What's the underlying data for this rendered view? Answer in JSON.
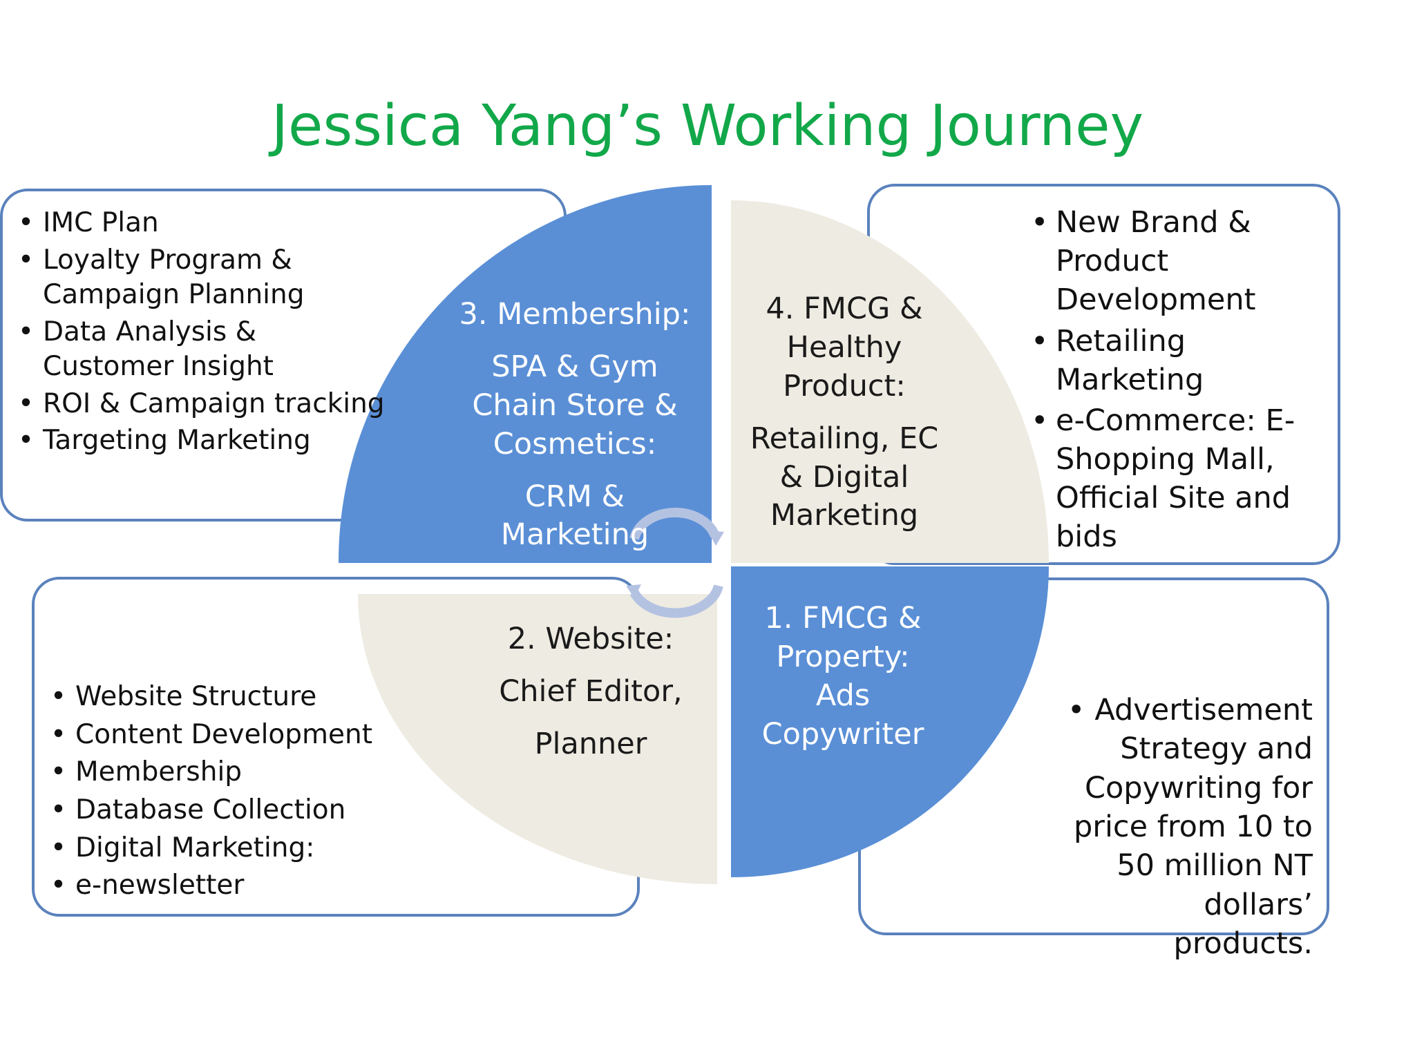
{
  "title": "Jessica Yang’s Working Journey",
  "colors": {
    "title": "#12a84a",
    "blue_quadrant": "#5a8fd6",
    "beige_quadrant": "#eeebe2",
    "box_border": "#5a82bd",
    "arrow": "#b4c2e2"
  },
  "quadrants": {
    "q3": {
      "heading": "3. Membership:",
      "line1": "SPA & Gym",
      "line2": "Chain Store &",
      "line3": "Cosmetics:",
      "line4": "CRM &",
      "line5": "Marketing"
    },
    "q4": {
      "line1": "4. FMCG &",
      "line2": "Healthy",
      "line3": "Product:",
      "line4": "Retailing, EC",
      "line5": "& Digital",
      "line6": "Marketing"
    },
    "q2": {
      "line1": "2. Website:",
      "line2": "Chief Editor,",
      "line3": "Planner"
    },
    "q1": {
      "line1": "1. FMCG &",
      "line2": "Property:",
      "line3": "Ads",
      "line4": "Copywriter"
    }
  },
  "boxes": {
    "top_left": [
      "IMC  Plan",
      "Loyalty Program & Campaign Planning",
      "Data Analysis & Customer Insight",
      "ROI & Campaign tracking",
      "Targeting Marketing"
    ],
    "top_right": [
      "New Brand  & Product Development",
      "Retailing Marketing",
      "e-Commerce: E-Shopping Mall, Official Site and bids"
    ],
    "bottom_left": [
      "Website Structure",
      "Content Development",
      "Membership",
      "Database Collection",
      "Digital Marketing:",
      "e-newsletter"
    ],
    "bottom_right": [
      "Advertisement Strategy and Copywriting for price from 10 to 50 million NT dollars’ products."
    ]
  }
}
